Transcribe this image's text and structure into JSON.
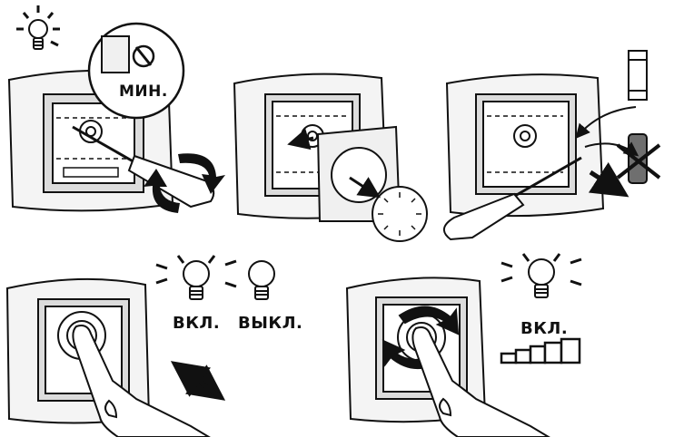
{
  "labels": {
    "min": "МИН.",
    "on": "ВКЛ.",
    "off": "ВЫКЛ.",
    "on_step5": "ВКЛ."
  },
  "icons": [
    "light-bulb-icon",
    "screwdriver-icon",
    "fuse-icon",
    "rotate-arrow-icon",
    "double-arrow-icon",
    "finger-icon",
    "brightness-steps-icon"
  ],
  "colors": {
    "line": "#1a1a1a",
    "frame": "#f4f4f4",
    "shade": "#cfcfcf",
    "fuse_bad": "#6f6f6f"
  }
}
